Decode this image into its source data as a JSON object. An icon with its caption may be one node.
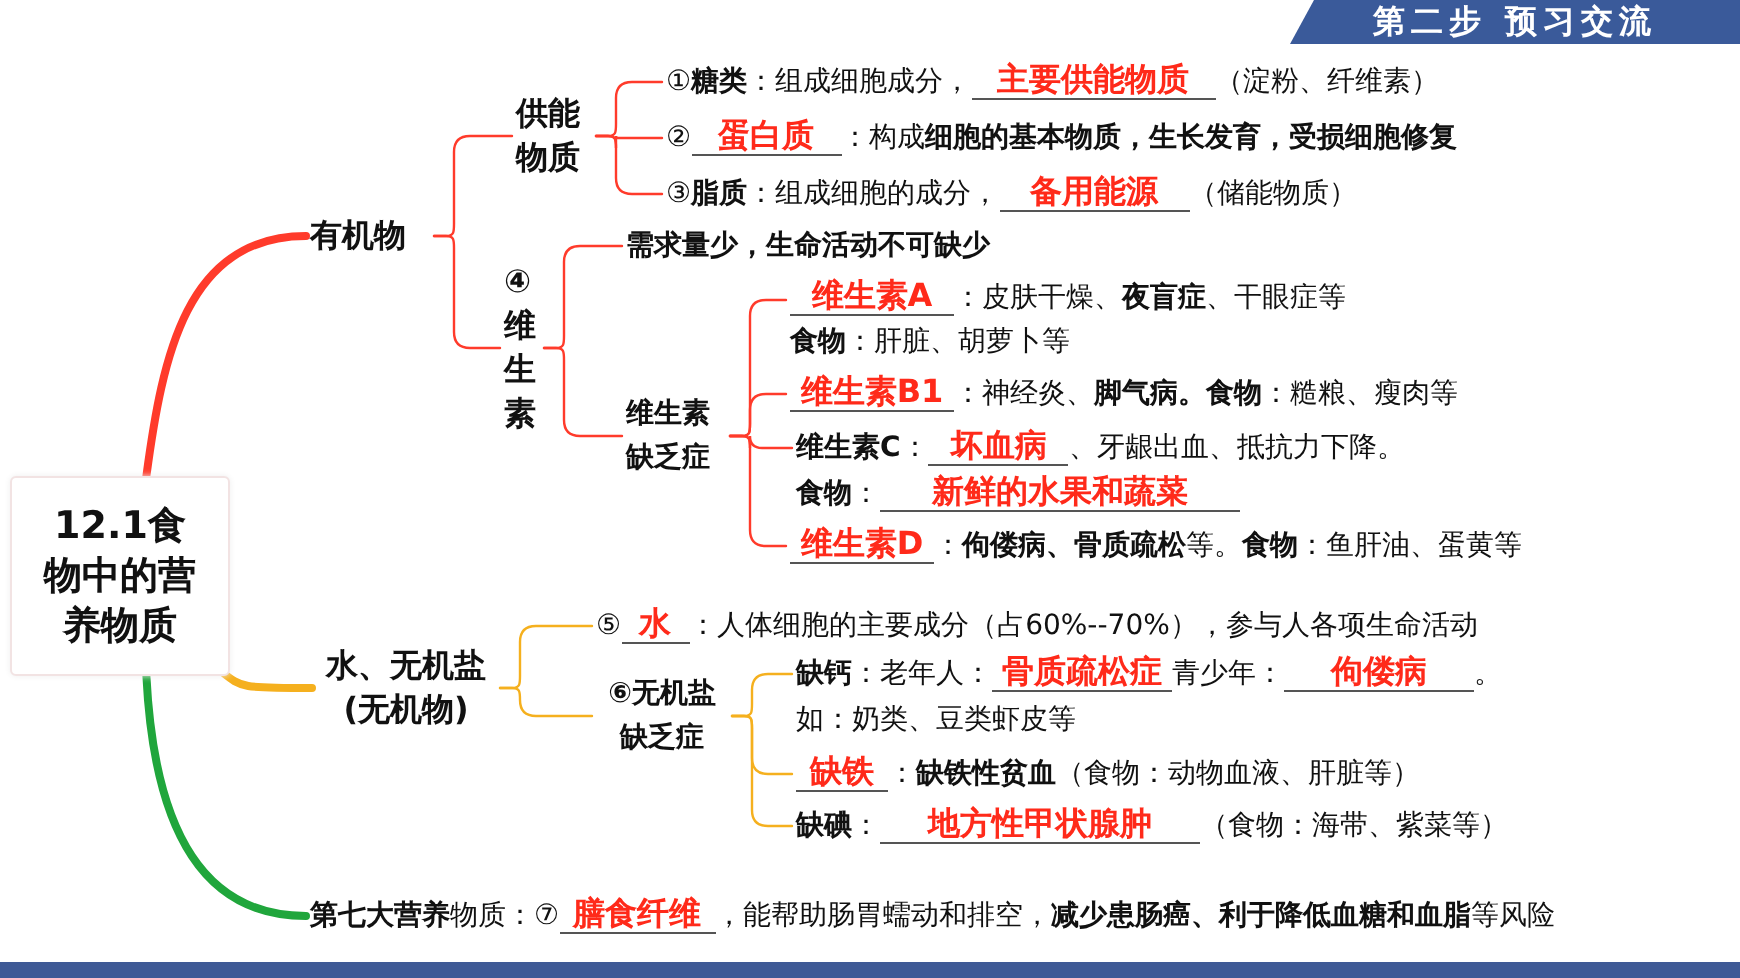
{
  "diagram": {
    "nodes": [
      {
        "text": [
          "12.1食物中的营养物质"
        ]
      },
      {
        "text": [
          "有机物"
        ]
      },
      {
        "text": [
          "供能物质"
        ]
      },
      {
        "text": [
          "①**糖类**：组成细胞成分，",
          "主要供能物质",
          "（淀粉、纤维素）"
        ]
      },
      {
        "text": [
          "②",
          "蛋白质",
          "：构成**细胞的基本物质，生长发育，受损细胞修复**"
        ]
      },
      {
        "text": [
          "③**脂质**：组成细胞的成分，",
          "备用能源",
          "（储能物质）"
        ]
      },
      {
        "text": [
          "④维生素"
        ]
      },
      {
        "text": [
          "需求量少，生命活动不可缺少"
        ]
      },
      {
        "text": [
          "维生素缺乏症"
        ]
      },
      {
        "text": [
          "维生素A",
          "：皮肤干燥、**夜盲症**、干眼症等",
          "**食物**：肝脏、胡萝卜等"
        ]
      },
      {
        "text": [
          "维生素B1",
          "：神经炎、**脚气病。食物**：糙粮、瘦肉等"
        ]
      },
      {
        "text": [
          "**维生素C**：",
          "坏血病",
          "、牙龈出血、抵抗力下降。"
        ]
      },
      {
        "text": [
          "**食物**：",
          "新鲜的水果和蔬菜"
        ]
      },
      {
        "text": [
          "维生素D",
          "：**佝偻病、骨质疏松**等。**食物**：鱼肝油、蛋黄等"
        ]
      },
      {
        "text": [
          "水、无机盐(无机物)"
        ]
      },
      {
        "text": [
          "⑤",
          "水",
          "：人体细胞的主要成分（占60%--70%），参与人各项生命活动"
        ]
      },
      {
        "text": [
          "⑥无机盐缺乏症"
        ]
      },
      {
        "text": [
          "**缺钙**：老年人：",
          "骨质疏松症",
          "青少年：",
          "佝偻病",
          "。"
        ]
      },
      {
        "text": [
          "如：奶类、豆类虾皮等"
        ]
      },
      {
        "text": [
          "缺铁",
          "：**缺铁性贫血**（食物：动物血液、肝脏等）"
        ]
      },
      {
        "text": [
          "**缺碘**：",
          "地方性甲状腺肿",
          "（食物：海带、紫菜等）"
        ]
      },
      {
        "text": [
          "**第七大营养**物质：⑦",
          "膳食纤维",
          "，能帮助肠胃蠕动和排空，**减少患肠癌、利于降低血糖和血脂**等风险"
        ]
      }
    ],
    "edges": [
      {
        "from": 0,
        "to": 1,
        "arrow": "none",
        "style": "thick"
      },
      {
        "from": 0,
        "to": 14,
        "arrow": "none",
        "style": "thick",
        "color": "#f5b01e"
      },
      {
        "from": 0,
        "to": 21,
        "arrow": "none",
        "style": "thick",
        "color": "#20a63c"
      },
      {
        "from": 1,
        "to": 2,
        "arrow": "none"
      },
      {
        "from": 1,
        "to": 6,
        "arrow": "none"
      },
      {
        "from": 2,
        "to": 3,
        "arrow": "none"
      },
      {
        "from": 2,
        "to": 4,
        "arrow": "none"
      },
      {
        "from": 2,
        "to": 5,
        "arrow": "none"
      },
      {
        "from": 6,
        "to": 7,
        "arrow": "none"
      },
      {
        "from": 6,
        "to": 8,
        "arrow": "none"
      },
      {
        "from": 8,
        "to": 9,
        "arrow": "none"
      },
      {
        "from": 8,
        "to": 10,
        "arrow": "none"
      },
      {
        "from": 8,
        "to": 11,
        "arrow": "none"
      },
      {
        "from": 8,
        "to": 13,
        "arrow": "none"
      },
      {
        "from": 14,
        "to": 15,
        "arrow": "none",
        "color": "#f5b01e"
      },
      {
        "from": 14,
        "to": 16,
        "arrow": "none",
        "color": "#f5b01e"
      },
      {
        "from": 16,
        "to": 17,
        "arrow": "none",
        "color": "#f5b01e"
      },
      {
        "from": 16,
        "to": 19,
        "arrow": "none",
        "color": "#f5b01e"
      },
      {
        "from": 16,
        "to": 20,
        "arrow": "none",
        "color": "#f5b01e"
      }
    ],
    "labels": [
      "第二步 预习交流"
    ]
  }
}
